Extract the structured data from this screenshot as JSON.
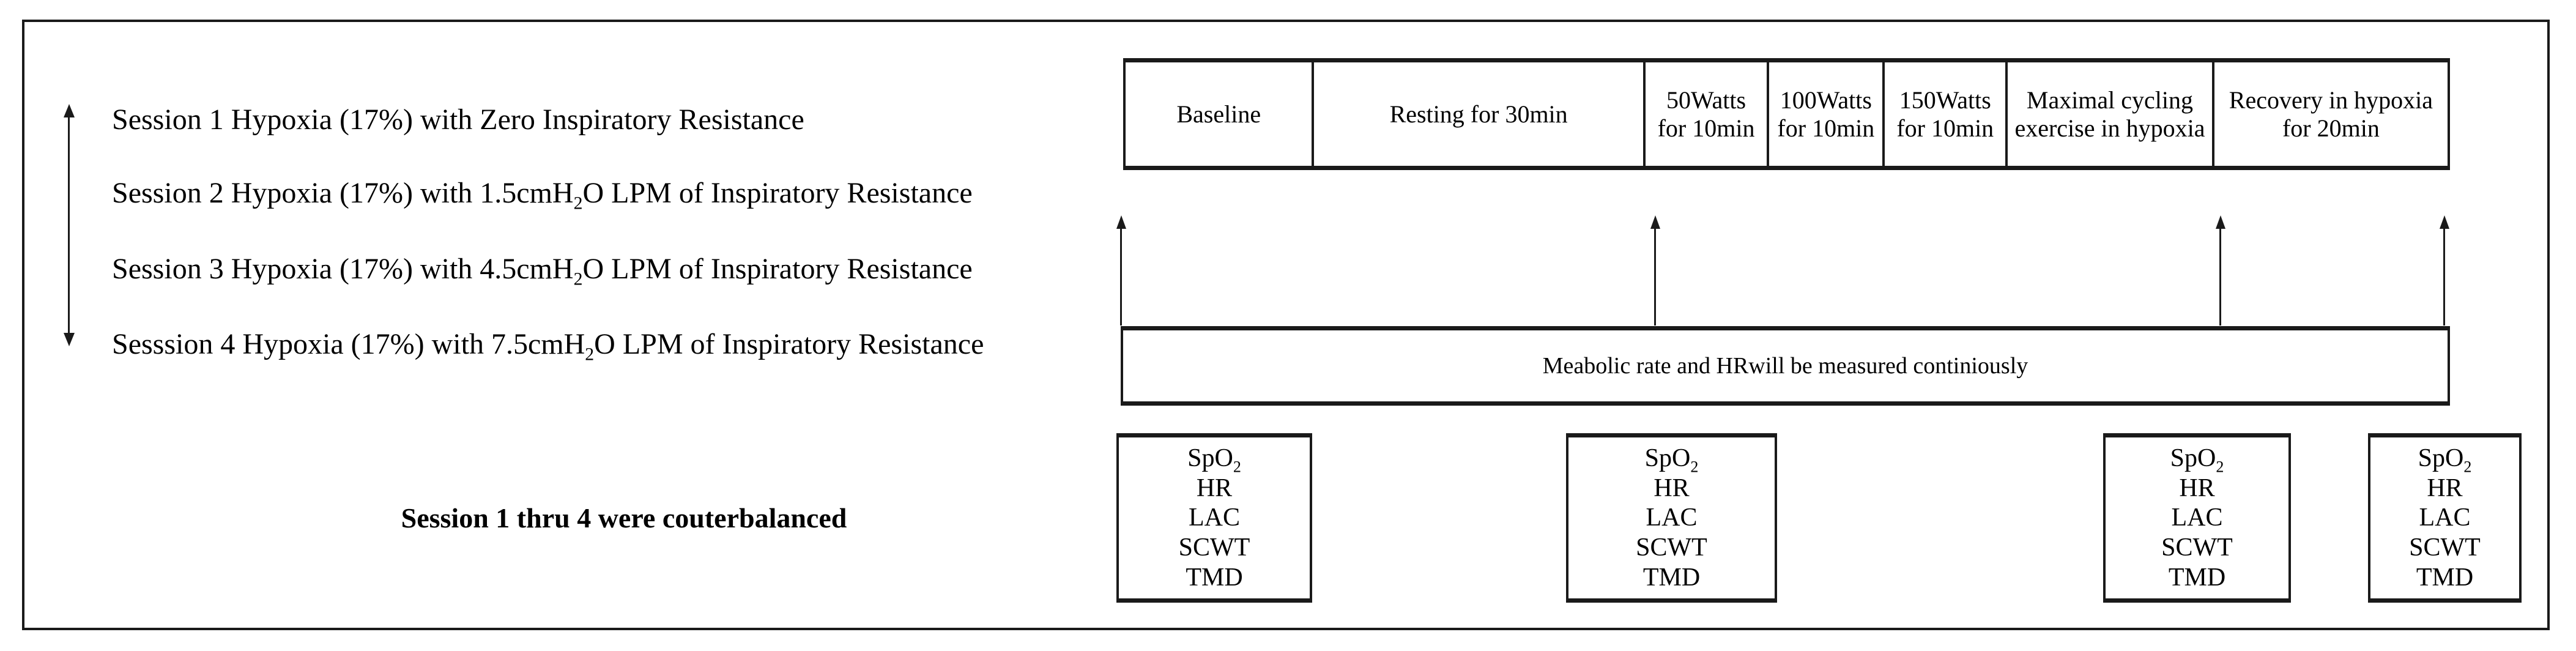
{
  "figure": {
    "sessions": [
      {
        "pre": "Session 1 Hypoxia (17%) with Zero Inspiratory Resistance",
        "sub": "",
        "post": ""
      },
      {
        "pre": "Session 2 Hypoxia (17%) with 1.5cmH",
        "sub": "2",
        "post": "O LPM of Inspiratory Resistance"
      },
      {
        "pre": "Session 3 Hypoxia (17%) with 4.5cmH",
        "sub": "2",
        "post": "O LPM of Inspiratory Resistance"
      },
      {
        "pre": "Sesssion 4 Hypoxia (17%) with 7.5cmH",
        "sub": "2",
        "post": "O LPM of Inspiratory Resistance"
      }
    ],
    "counterbalance_note": "Session 1 thru 4 were couterbalanced",
    "timeline": {
      "phases": [
        {
          "label": "Baseline"
        },
        {
          "label": "Resting for 30min"
        },
        {
          "label": "50Watts for 10min"
        },
        {
          "label": "100Watts for 10min"
        },
        {
          "label": "150Watts for 10min"
        },
        {
          "label": "Maximal cycling exercise in hypoxia"
        },
        {
          "label": "Recovery in hypoxia for 20min"
        }
      ]
    },
    "continuous_note": "Meabolic rate and HRwill be measured continiously",
    "measures": [
      {
        "pre": "SpO",
        "sub": "2",
        "post": ""
      },
      {
        "pre": "HR",
        "sub": "",
        "post": ""
      },
      {
        "pre": "LAC",
        "sub": "",
        "post": ""
      },
      {
        "pre": "SCWT",
        "sub": "",
        "post": ""
      },
      {
        "pre": "TMD",
        "sub": "",
        "post": ""
      }
    ],
    "measurement_box_count": 4,
    "colors": {
      "line": "#1a1a1a",
      "background": "#ffffff",
      "text": "#000000"
    }
  }
}
